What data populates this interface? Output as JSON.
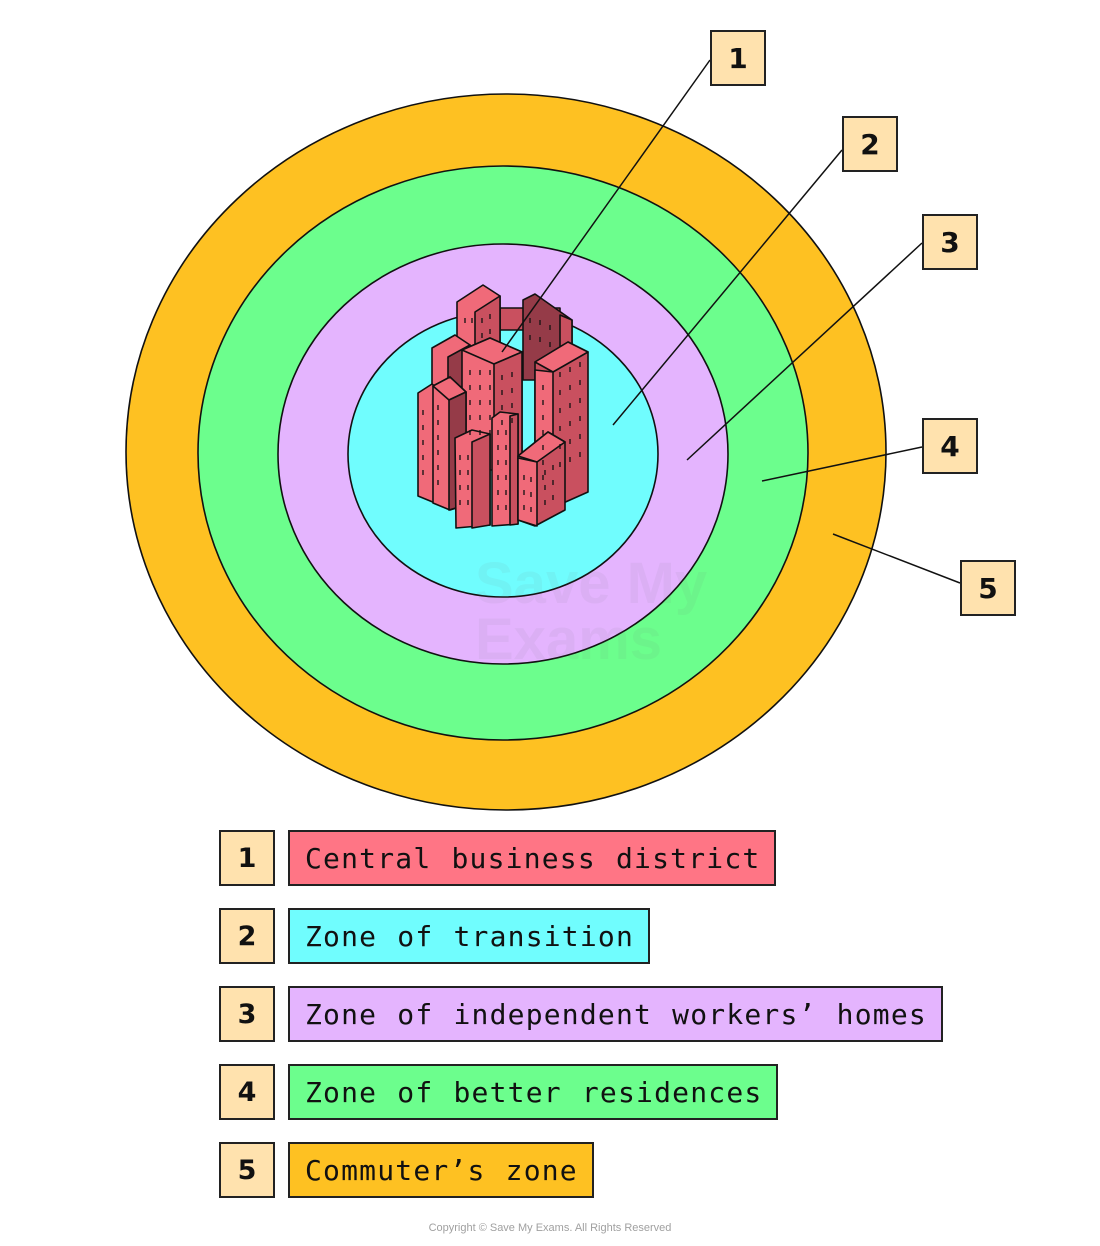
{
  "diagram": {
    "title": "Burgess concentric zone model",
    "zones": [
      {
        "number": "1",
        "label": "Central business district",
        "color": "#ff7585"
      },
      {
        "number": "2",
        "label": "Zone of transition",
        "color": "#70fdfe"
      },
      {
        "number": "3",
        "label": "Zone of independent workers’ homes",
        "color": "#e4b4fe"
      },
      {
        "number": "4",
        "label": "Zone of better residences",
        "color": "#6cfe8d"
      },
      {
        "number": "5",
        "label": "Commuter’s zone",
        "color": "#fec122"
      }
    ],
    "callout_color": "#ffe2ae",
    "building_color": "#f06a79",
    "building_shade": "#c9505f",
    "building_dark": "#953b48"
  },
  "watermark": {
    "line1": "Save My",
    "line2": "Exams"
  },
  "footer": {
    "copyright": "Copyright © Save My Exams. All Rights Reserved"
  }
}
